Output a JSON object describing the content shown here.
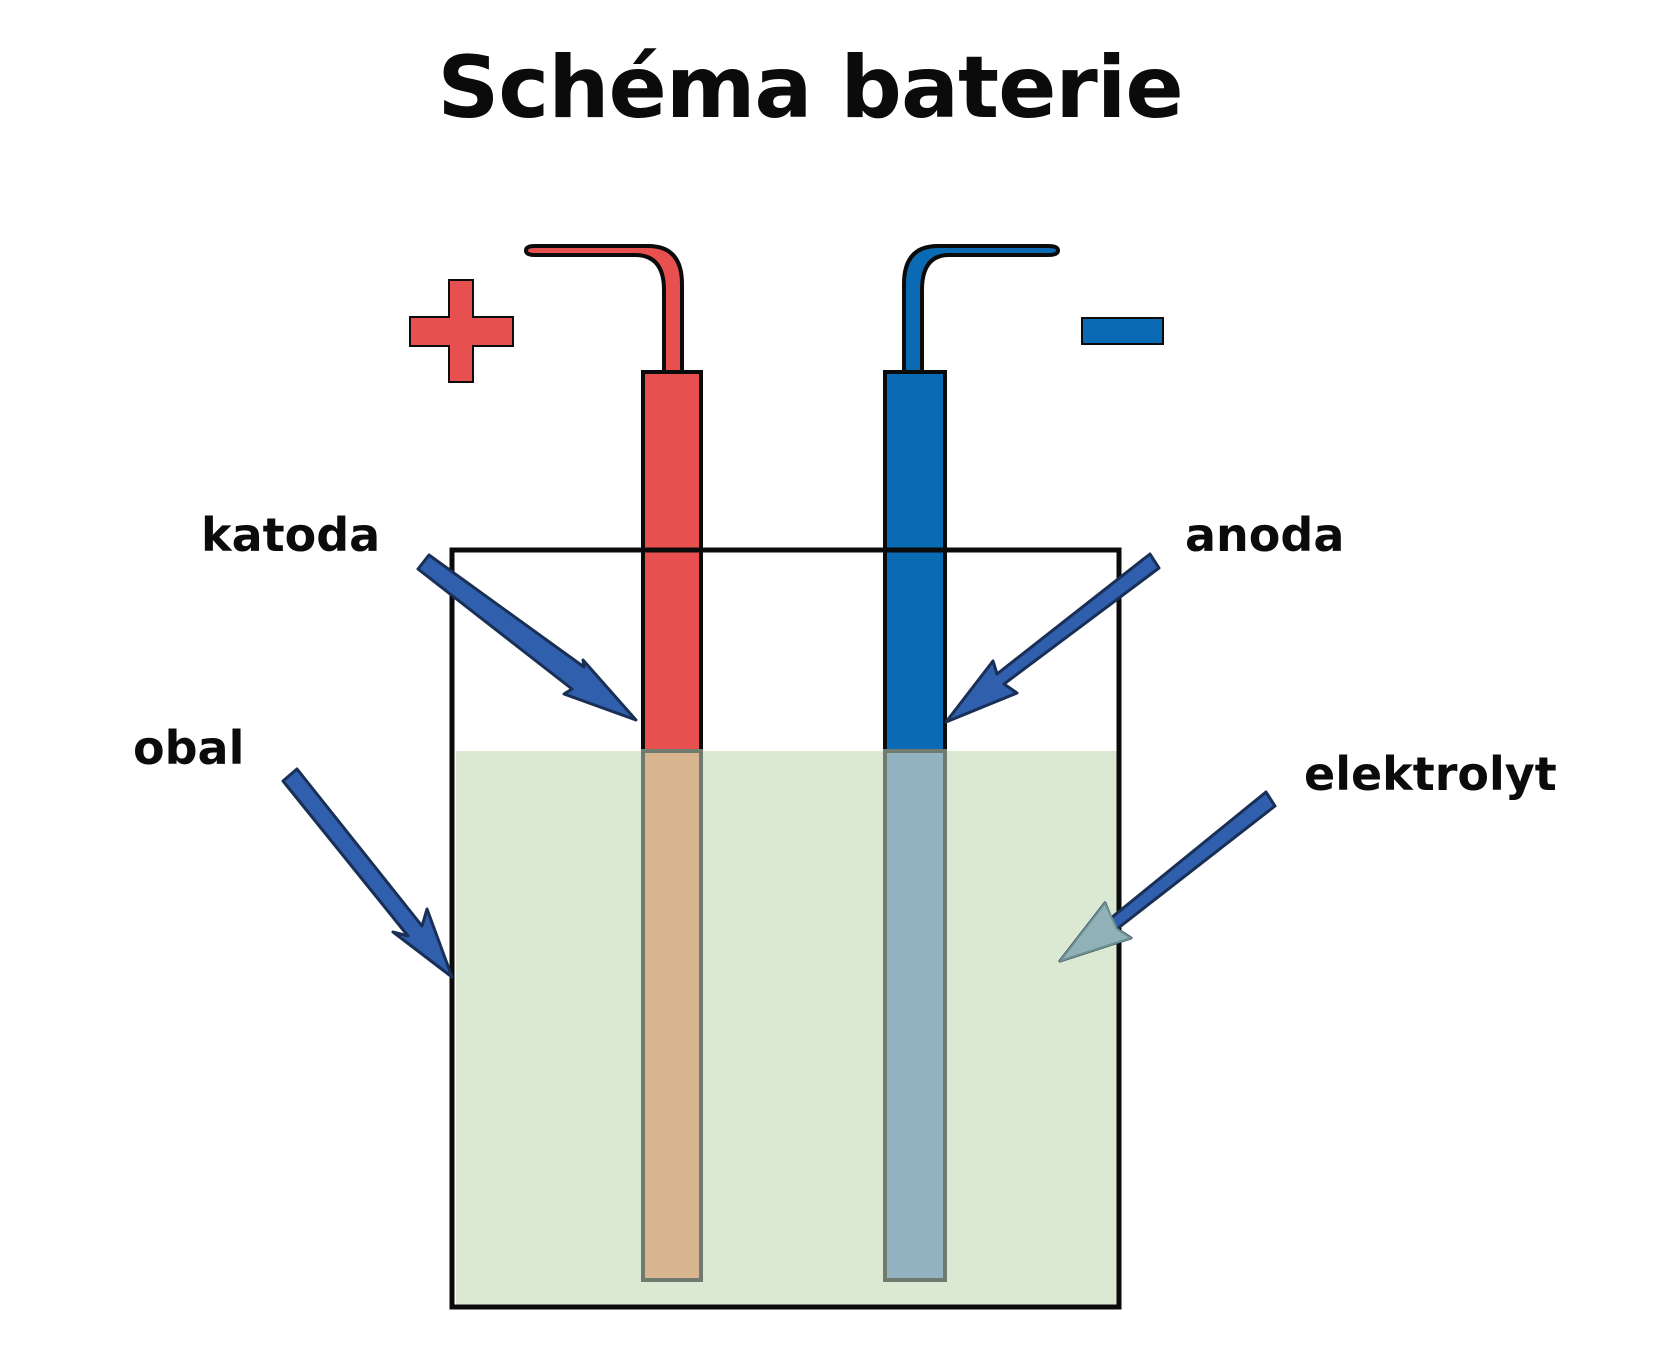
{
  "title": "Schéma baterie",
  "labels": {
    "cathode": "katoda",
    "anode": "anoda",
    "casing": "obal",
    "electrolyte": "elektrolyt"
  },
  "colors": {
    "cathode": "#e85050",
    "anode": "#0b6ab4",
    "arrow": "#2f5fad",
    "electrolyte": "#dbe9d3",
    "cathode_submerged": "#d9b58f",
    "anode_submerged": "#92b3bf",
    "outline": "#0b0b0b"
  }
}
